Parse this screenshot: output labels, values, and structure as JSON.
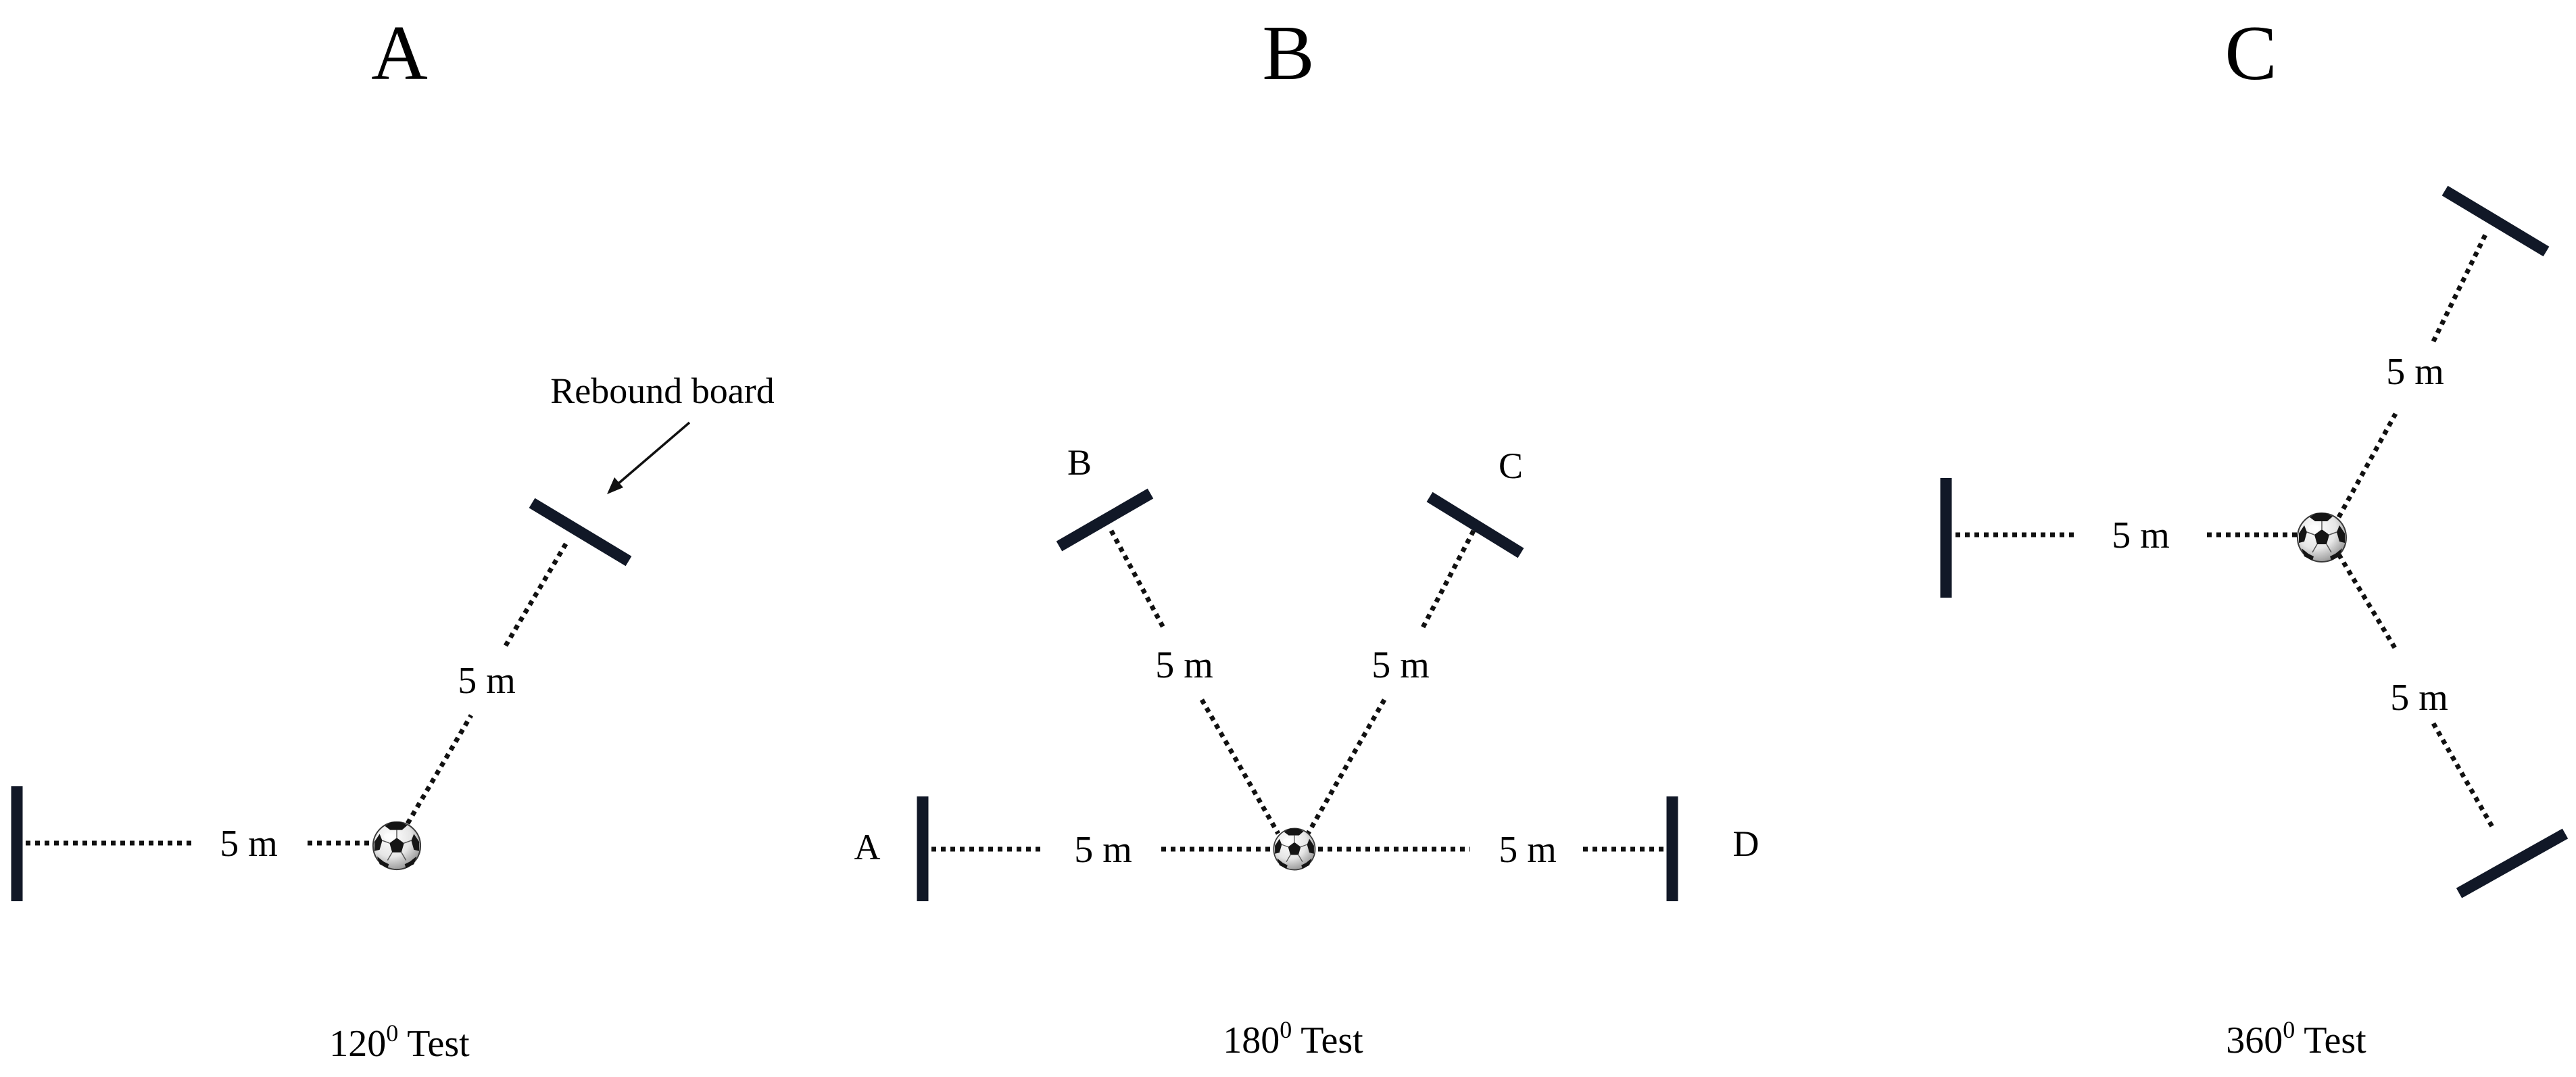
{
  "panels": [
    {
      "letter": "A",
      "distance_labels": [
        "5 m",
        "5 m"
      ],
      "callout": "Rebound board",
      "caption": {
        "angle": "120",
        "sup": "0",
        "suffix": " Test"
      }
    },
    {
      "letter": "B",
      "distance_labels": [
        "5 m",
        "5 m",
        "5 m",
        "5 m"
      ],
      "point_labels": [
        "A",
        "B",
        "C",
        "D"
      ],
      "caption": {
        "angle": "180",
        "sup": "0",
        "suffix": " Test"
      }
    },
    {
      "letter": "C",
      "distance_labels": [
        "5 m",
        "5 m",
        "5 m"
      ],
      "caption": {
        "angle": "360",
        "sup": "0",
        "suffix": " Test"
      }
    }
  ],
  "colors": {
    "board": "#111827",
    "line": "#111111",
    "text": "#000000",
    "background": "#ffffff"
  },
  "icons": {
    "ball": "soccer-ball-icon"
  }
}
